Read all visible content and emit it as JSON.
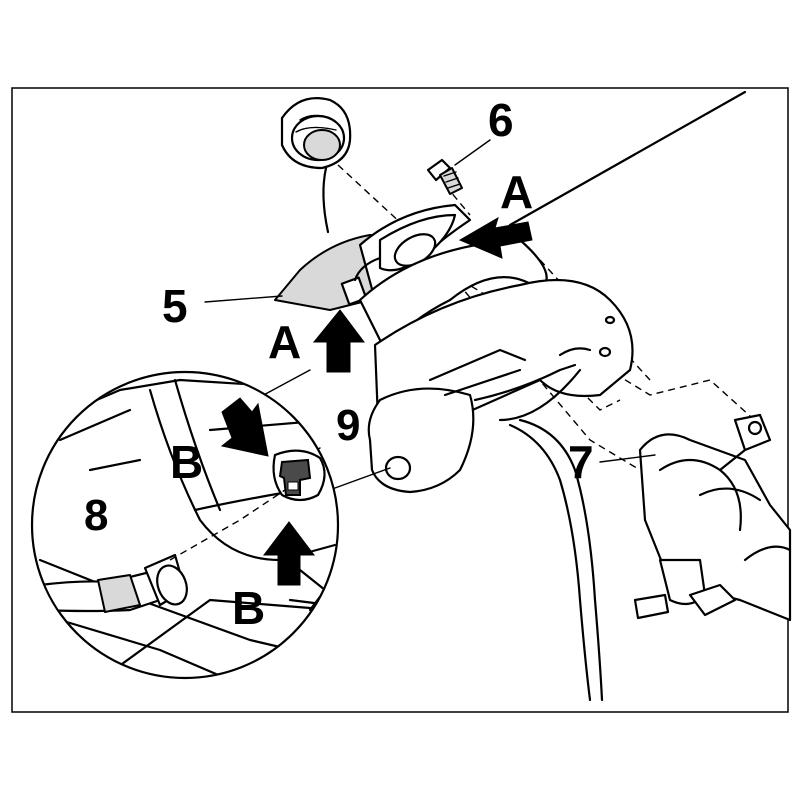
{
  "callouts": {
    "part_5": "5",
    "part_6": "6",
    "part_7": "7",
    "part_8": "8",
    "part_9": "9",
    "arrow_a_top": "A",
    "arrow_a_left": "A",
    "arrow_b_top": "B",
    "arrow_b_bottom": "B"
  },
  "icons": {
    "direction_arrow": "arrow-icon",
    "fuel_cap": "fuel-cap-icon",
    "screw": "screw-icon"
  },
  "colors": {
    "line": "#000000",
    "background": "#ffffff",
    "shade": "#d9d9d9",
    "dark_part": "#4a4a4a"
  }
}
